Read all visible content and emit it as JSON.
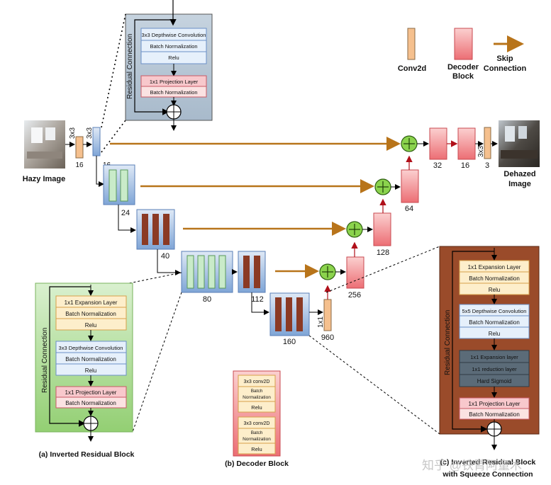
{
  "legend": {
    "conv_label": "Conv2d",
    "decoder_label": "Decoder Block",
    "skip_label": "Skip Connection"
  },
  "io": {
    "hazy": "Hazy Image",
    "dehazed": "Dehazed Image"
  },
  "kernel_labels": {
    "conv_in_a": "3x3",
    "conv_in_b": "3x3",
    "conv_out": "3x3",
    "head": "1x1"
  },
  "channels": {
    "conv_in": "16",
    "enc1": "16",
    "enc2": "24",
    "enc3": "40",
    "enc4": "80",
    "enc5": "112",
    "enc6": "160",
    "head": "960",
    "dec1": "256",
    "dec2": "128",
    "dec3": "64",
    "dec4": "32",
    "dec5": "16",
    "out": "3"
  },
  "top_block": {
    "side": "Residual Connection",
    "layers": [
      "3x3 Depthwise Convolution",
      "Batch Normalization",
      "Relu",
      "1x1 Projection Layer",
      "Batch Normalization"
    ]
  },
  "block_a": {
    "side": "Residual Connection",
    "layers": [
      "1x1 Expansion Layer",
      "Batch Normalization",
      "Relu",
      "3x3 Depthwise Convolution",
      "Batch Normalization",
      "Relu",
      "1x1 Projection Layer",
      "Batch Normalization"
    ],
    "caption": "(a) Inverted Residual Block"
  },
  "block_b": {
    "layers": [
      "3x3 conv2D",
      "Batch Normalization",
      "Relu",
      "3x3 conv2D",
      "Batch Normalization",
      "Relu"
    ],
    "caption": "(b) Decoder Block"
  },
  "block_c": {
    "side": "Residual Connection",
    "layers": [
      "1x1 Expansion Layer",
      "Batch Normalization",
      "Relu",
      "5x5 Depthwise Convolution",
      "Batch Normalization",
      "Relu",
      "1x1 Expansion layer",
      "1x1 reduction layer",
      "Hard Sigmoid",
      "1x1 Projection Layer",
      "Batch Normalization"
    ],
    "caption_1": "(c) Inverted Residual Block",
    "caption_2": "with Squeeze Connection"
  },
  "watermark": "知乎 @铁臂阿童木",
  "colors": {
    "conv": "#f5c08e",
    "decoder": "#ef7a7f",
    "skip": "#b8741a",
    "encoder_bar_green": "#c9ebc9",
    "encoder_bar_brown": "#8b3a24",
    "panel_blue": "#b7c7d6",
    "panel_green": "#a6d98c",
    "panel_brown": "#9a4b2a"
  }
}
